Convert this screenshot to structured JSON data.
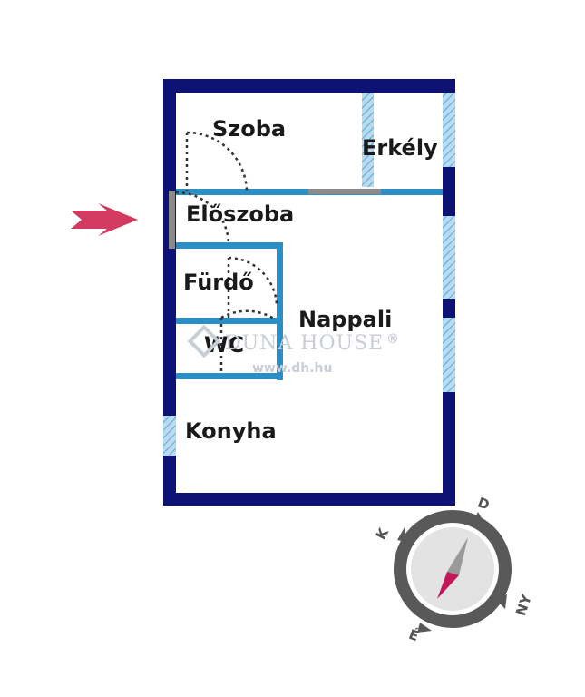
{
  "rooms": {
    "szoba": "Szoba",
    "erkely": "Erkély",
    "eloszoba": "Előszoba",
    "furdo": "Fürdő",
    "nappali": "Nappali",
    "wc": "WC",
    "konyha": "Konyha"
  },
  "watermark": {
    "brand": "DUNA HOUSE",
    "registered": "®",
    "url": "www.dh.hu"
  },
  "compass": {
    "d": "D",
    "k": "K",
    "ny": "NY",
    "e": "É"
  },
  "colors": {
    "wall": "#0d1273",
    "inner_wall": "#2b8fc6",
    "window": "#9ecbe9",
    "door_swing": "#333333",
    "entrance_arrow": "#d23a5f",
    "compass_needle": "#c2185b",
    "compass_ring": "#595959"
  },
  "icons": [
    "entrance-arrow-icon",
    "compass-icon",
    "duna-house-logo-icon"
  ]
}
